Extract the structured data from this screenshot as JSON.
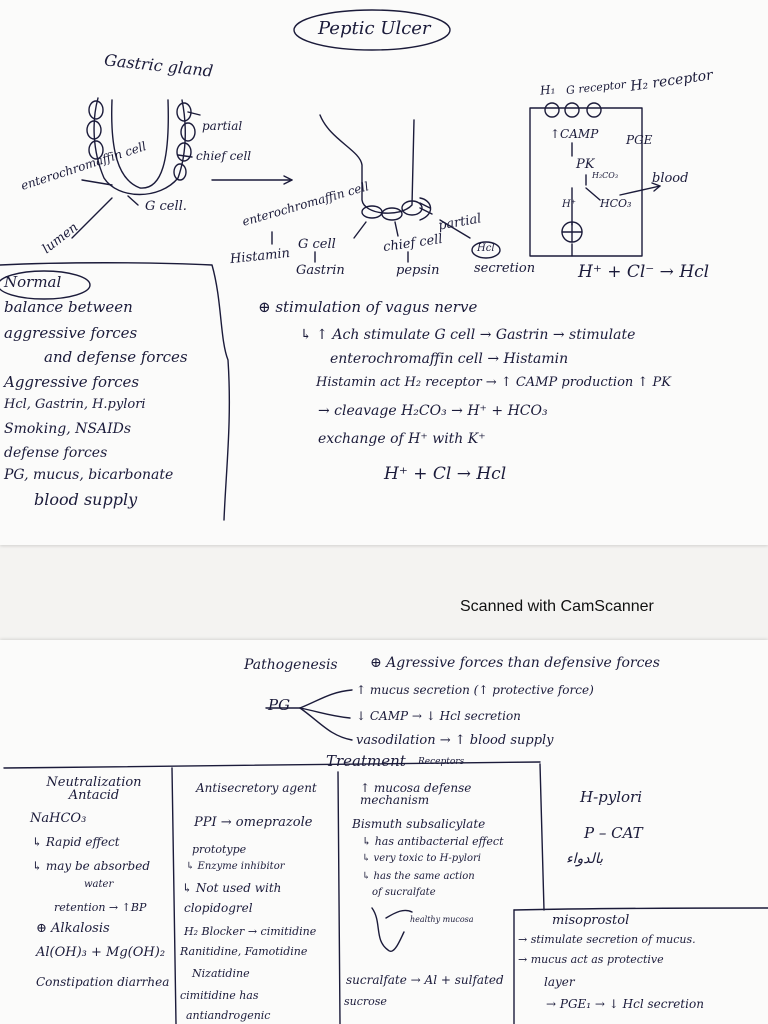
{
  "page1": {
    "title": "Peptic Ulcer",
    "gland_left": {
      "heading": "Gastric gland",
      "enterochromaffin": "enterochromaffin cell",
      "partial": "partial",
      "chiefcell": "chief cell",
      "gcell": "G cell.",
      "lumen": "lumen"
    },
    "gland_mid": {
      "enterochromaffin": "enterochromaffin cell",
      "histamin": "Histamin",
      "gcell": "G cell",
      "gastrin": "Gastrin",
      "chiefcell": "chief cell",
      "pepsin": "pepsin",
      "partial": "partial",
      "hcl_bubble": "Hcl",
      "secretion": "secretion"
    },
    "receptor_box": {
      "h1": "H₁",
      "g_receptor": "G receptor",
      "h2_receptor": "H₂ receptor",
      "camp": "↑CAMP",
      "pge": "PGE",
      "pk": "PK",
      "h2co3": "H₂CO₃",
      "hco3": "HCO₃",
      "h_ion": "H⁺",
      "blood": "blood",
      "equation": "H⁺ + Cl⁻ → Hcl"
    },
    "normal": {
      "heading": "Normal",
      "lines": [
        "balance between",
        "aggressive forces",
        "and defense forces",
        "Aggressive forces",
        "Hcl, Gastrin, H.pylori",
        "Smoking, NSAIDs",
        "defense forces",
        "PG, mucus, bicarbonate",
        "blood supply"
      ]
    },
    "stimulation": {
      "lines": [
        "⊕ stimulation of vagus nerve",
        "↳ ↑ Ach stimulate G cell → Gastrin → stimulate",
        "enterochromaffin cell → Histamin",
        "Histamin act H₂ receptor → ↑ CAMP production ↑ PK",
        "→ cleavage H₂CO₃ → H⁺ + HCO₃",
        "exchange of H⁺ with K⁺",
        "H⁺ + Cl → Hcl"
      ]
    },
    "footer": "Scanned with CamScanner"
  },
  "page2": {
    "pathogenesis": "Pathogenesis",
    "aggressive": "⊕ Agressive forces than defensive forces",
    "pg": "PG",
    "pg_effects": [
      "↑ mucus secretion (↑ protective force)",
      "↓ CAMP → ↓ Hcl secretion",
      "vasodilation → ↑ blood supply"
    ],
    "treatment": "Treatment",
    "treatment_note": "Receptors",
    "col1": {
      "heading": "Neutralization Antacid",
      "lines": [
        "NaHCO₃",
        "↳ Rapid effect",
        "↳ may be absorbed",
        "water",
        "retention → ↑BP",
        "⊕ Alkalosis",
        "Al(OH)₃ + Mg(OH)₂",
        "Constipation   diarrhea"
      ]
    },
    "col2": {
      "heading": "Antisecretory agent",
      "lines": [
        "PPI → omeprazole",
        "prototype",
        "↳ Enzyme inhibitor",
        "↳ Not used with",
        "clopidogrel",
        "H₂ Blocker → cimitidine",
        "Ranitidine, Famotidine",
        "Nizatidine",
        "cimitidine has",
        "antiandrogenic"
      ]
    },
    "col3": {
      "heading": "↑ mucosa defense mechanism",
      "lines": [
        "Bismuth subsalicylate",
        "↳ has antibacterial effect",
        "↳ very toxic to H-pylori",
        "↳ has the same action",
        "of sucralfate",
        "healthy mucosa",
        "sucralfate → Al + sulfated",
        "sucrose"
      ]
    },
    "col4": {
      "heading": "H-pylori",
      "lines": [
        "P – CAT",
        "بالدواء"
      ]
    },
    "misoprostol": {
      "heading": "misoprostol",
      "lines": [
        "→ stimulate secretion of mucus.",
        "→ mucus act as protective",
        "layer",
        "→ PGE₁ → ↓ Hcl secretion"
      ]
    }
  }
}
